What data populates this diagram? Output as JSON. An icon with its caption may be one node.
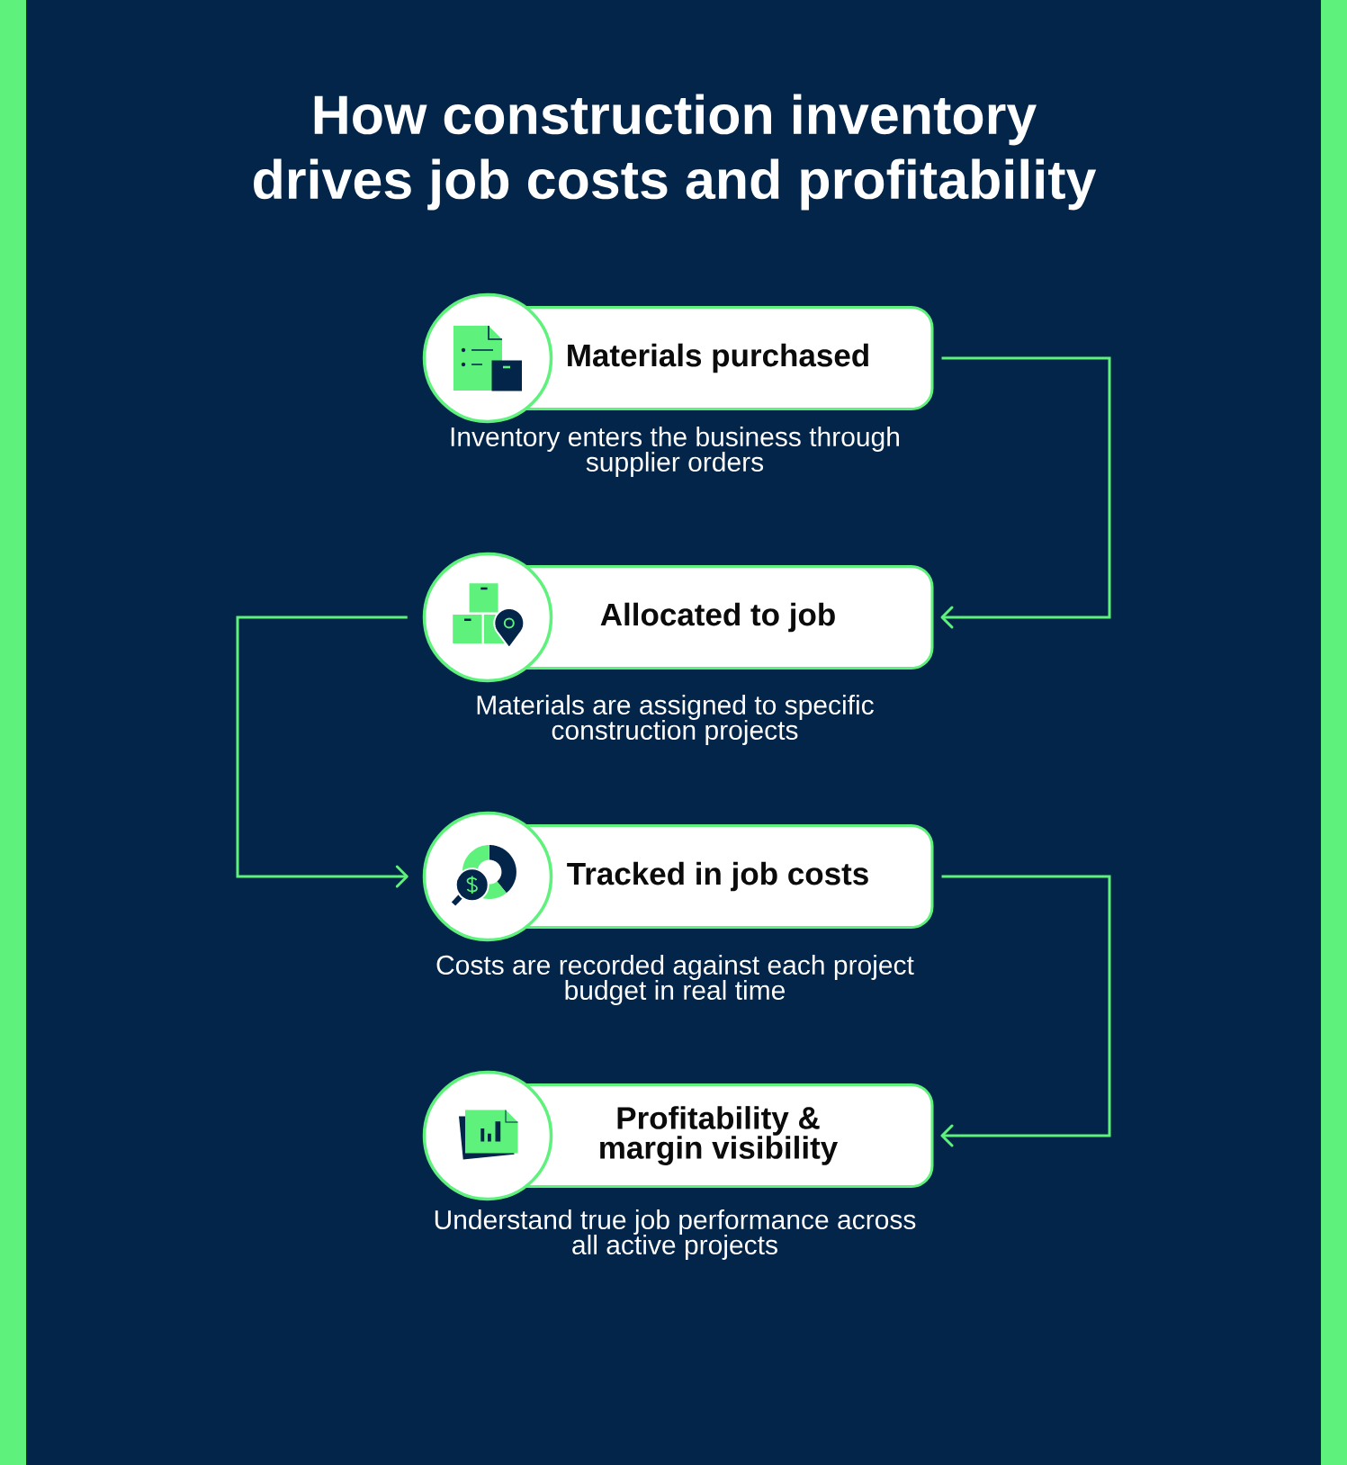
{
  "diagram": {
    "title": "How construction inventory drives job costs and profitability",
    "nodes": [
      {
        "text": [],
        "shape": "circle"
      },
      {
        "text": [
          "Materials purchased"
        ],
        "beside": [
          "Inventory enters the business through supplier orders"
        ]
      },
      {
        "text": [],
        "shape": "circle"
      },
      {
        "text": [
          "Allocated to job"
        ],
        "beside": [
          "Materials are assigned to specific construction projects"
        ]
      },
      {
        "text": [],
        "shape": "circle"
      },
      {
        "text": [
          "Tracked in job costs"
        ],
        "beside": [
          "Costs are recorded against each project budget in real time"
        ]
      },
      {
        "text": [],
        "shape": "circle"
      },
      {
        "text": [
          "Profitability & margin visibility"
        ],
        "beside": [
          "Understand true job performance across all active projects"
        ]
      }
    ],
    "edges": [
      {
        "from": 1,
        "to": 3,
        "arrow": "to"
      },
      {
        "from": 2,
        "to": 4,
        "arrow": "to"
      },
      {
        "from": 5,
        "to": 7,
        "arrow": "to"
      }
    ]
  }
}
